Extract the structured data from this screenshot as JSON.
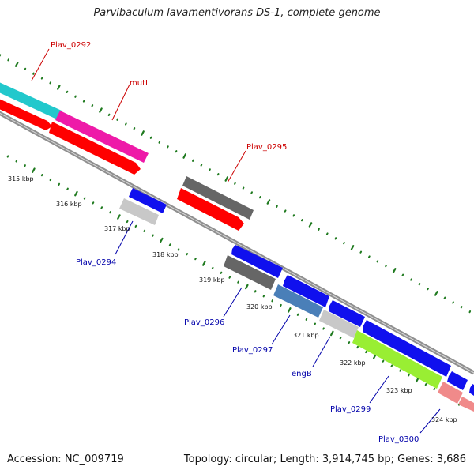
{
  "title": "Parvibaculum lavamentivorans DS-1, complete genome",
  "accession": "Accession: NC_009719",
  "summary": "Topology: circular; Length: 3,914,745 bp; Genes: 3,686",
  "colors": {
    "backbone": "#8f8f8f",
    "tick_major": "#1f7a1f",
    "tick_minor": "#1f7a1f",
    "label_plus": "#cc0000",
    "label_minus": "#0000aa"
  },
  "kbp_ticks": [
    "315 kbp",
    "316 kbp",
    "317 kbp",
    "318 kbp",
    "319 kbp",
    "320 kbp",
    "321 kbp",
    "322 kbp",
    "323 kbp",
    "324 kbp"
  ],
  "gene_labels_plus": [
    "Plav_0292",
    "mutL",
    "Plav_0295"
  ],
  "gene_labels_minus": [
    "Plav_0294",
    "Plav_0296",
    "Plav_0297",
    "engB",
    "Plav_0299",
    "Plav_0300"
  ],
  "features": [
    {
      "name": "cyan-feature",
      "color": "#22c8cc"
    },
    {
      "name": "red-cds-1",
      "color": "#ff0000"
    },
    {
      "name": "magenta-feature-mutl",
      "color": "#ee1aa8"
    },
    {
      "name": "red-cds-2",
      "color": "#ff0000"
    },
    {
      "name": "dark-gray-feature-0295",
      "color": "#666666"
    },
    {
      "name": "red-cds-3",
      "color": "#ff0000"
    },
    {
      "name": "blue-cds-0294",
      "color": "#1010ee"
    },
    {
      "name": "light-gray-feature-0294",
      "color": "#c8c8c8"
    },
    {
      "name": "blue-cds-0296",
      "color": "#1010ee"
    },
    {
      "name": "dark-gray-feature-0296",
      "color": "#666666"
    },
    {
      "name": "blue-cds-0297",
      "color": "#1010ee"
    },
    {
      "name": "steel-blue-feature-0297",
      "color": "#4a7fb8"
    },
    {
      "name": "blue-cds-engb",
      "color": "#1010ee"
    },
    {
      "name": "light-gray-feature-engb",
      "color": "#c8c8c8"
    },
    {
      "name": "blue-cds-0299",
      "color": "#1010ee"
    },
    {
      "name": "green-feature-0299",
      "color": "#99ee33"
    },
    {
      "name": "blue-cds-0300",
      "color": "#1010ee"
    },
    {
      "name": "salmon-feature-0300",
      "color": "#f08a8a"
    },
    {
      "name": "blue-cds-edge",
      "color": "#1010ee"
    },
    {
      "name": "salmon-feature-edge",
      "color": "#f08a8a"
    }
  ]
}
